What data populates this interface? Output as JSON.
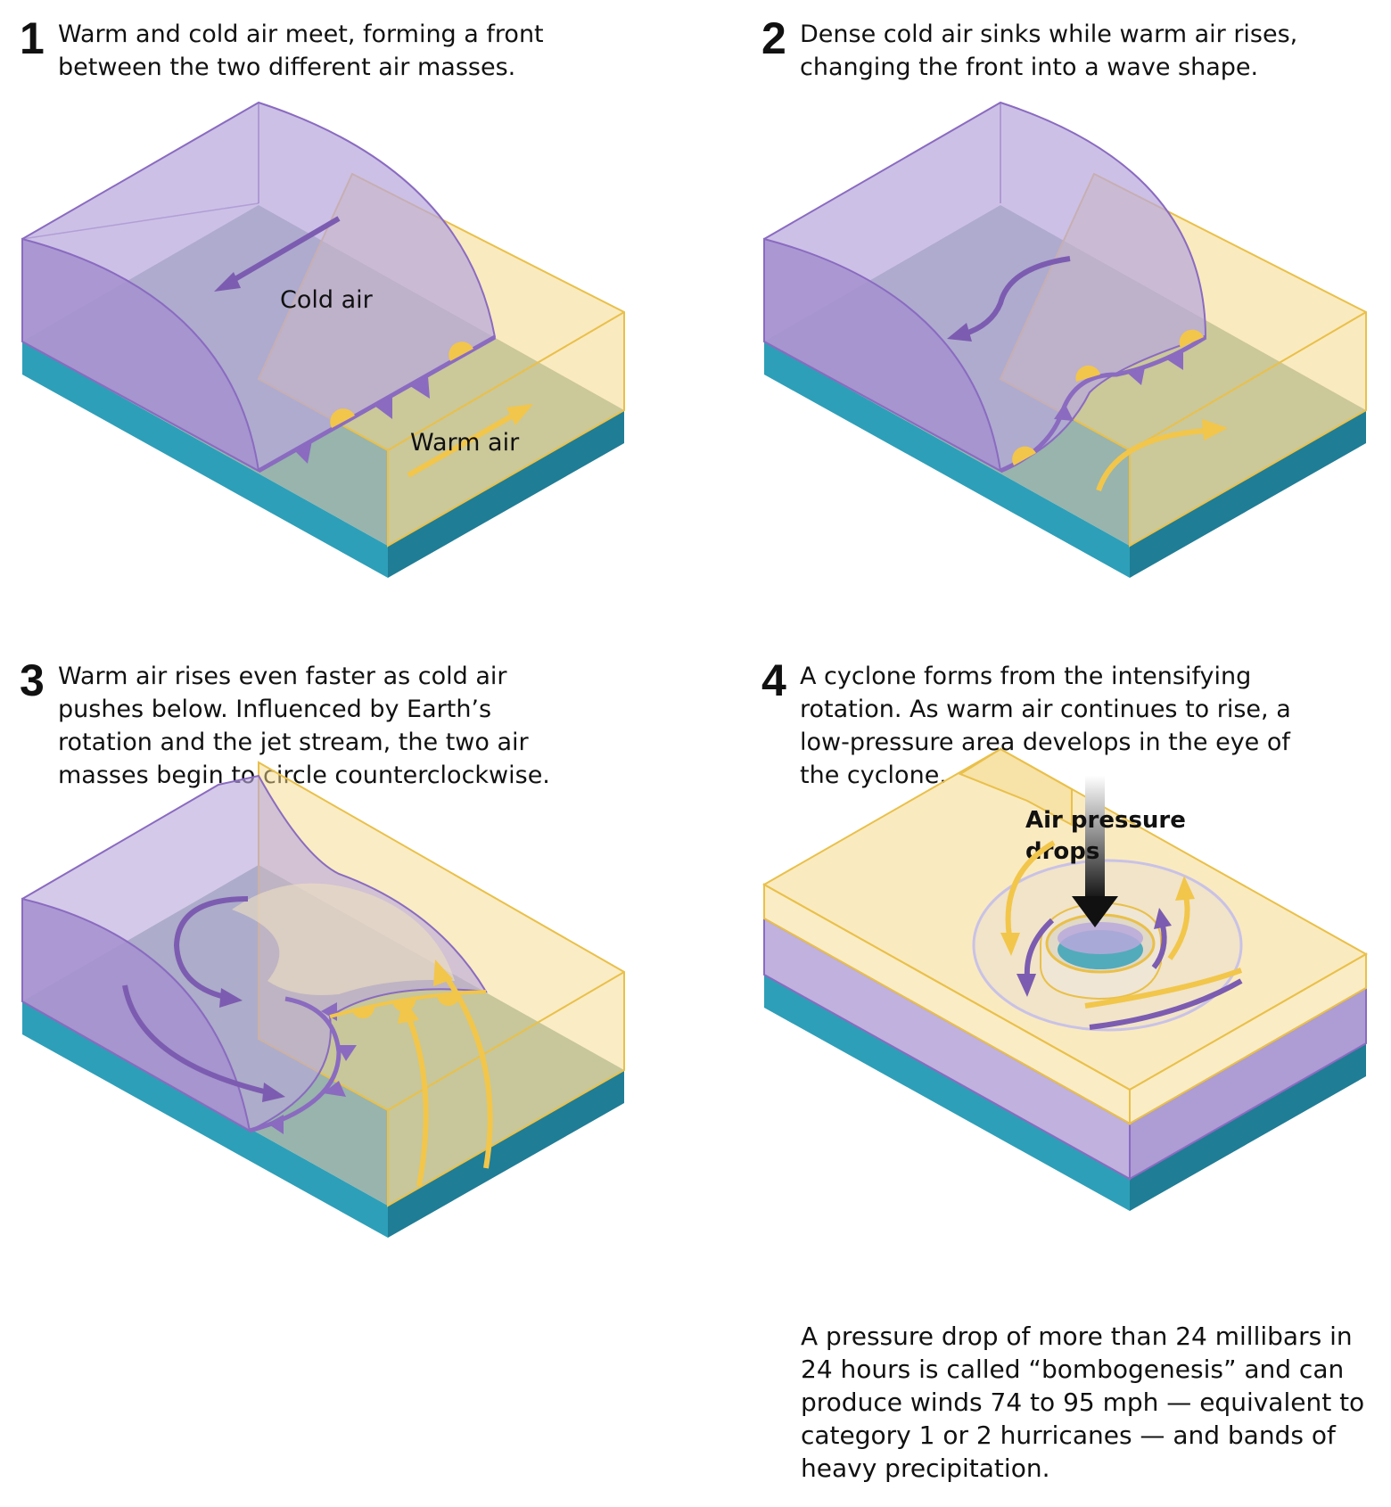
{
  "colors": {
    "cold_air": "#b9a8dc",
    "cold_stroke": "#8a6bc0",
    "warm_air": "#f5d98a",
    "warm_stroke": "#e9c04a",
    "ocean": "#2e9fb8",
    "ocean_dark": "#1f7d96",
    "ground": "#98b4ad",
    "arrow_cold": "#7c5cb0",
    "arrow_warm": "#f2c64a",
    "pressure_arrow": "#111111"
  },
  "panels": [
    {
      "number": "1",
      "caption": "Warm and cold air meet, forming a front between the two different air masses.",
      "labels": {
        "cold": "Cold air",
        "warm": "Warm air"
      }
    },
    {
      "number": "2",
      "caption": "Dense cold air sinks while warm air rises, changing the front into a wave shape."
    },
    {
      "number": "3",
      "caption": "Warm air rises even faster as cold air pushes below. Influenced by Earth’s rotation and the jet stream, the two air masses begin to circle counterclockwise."
    },
    {
      "number": "4",
      "caption": "A cyclone forms from the intensifying rotation. As warm air continues to rise, a low-pressure area develops in the eye of the cyclone.",
      "pressure_label_line1": "Air pressure",
      "pressure_label_line2": "drops"
    }
  ],
  "footnote": "A pressure drop of more than 24 millibars in 24 hours is called “bombogenesis” and can produce winds 74 to 95 mph — equivalent to category 1 or 2 hurricanes — and bands of heavy precipitation.",
  "icons": {
    "cold_front": "triangle-front-icon",
    "warm_front": "semicircle-front-icon"
  }
}
